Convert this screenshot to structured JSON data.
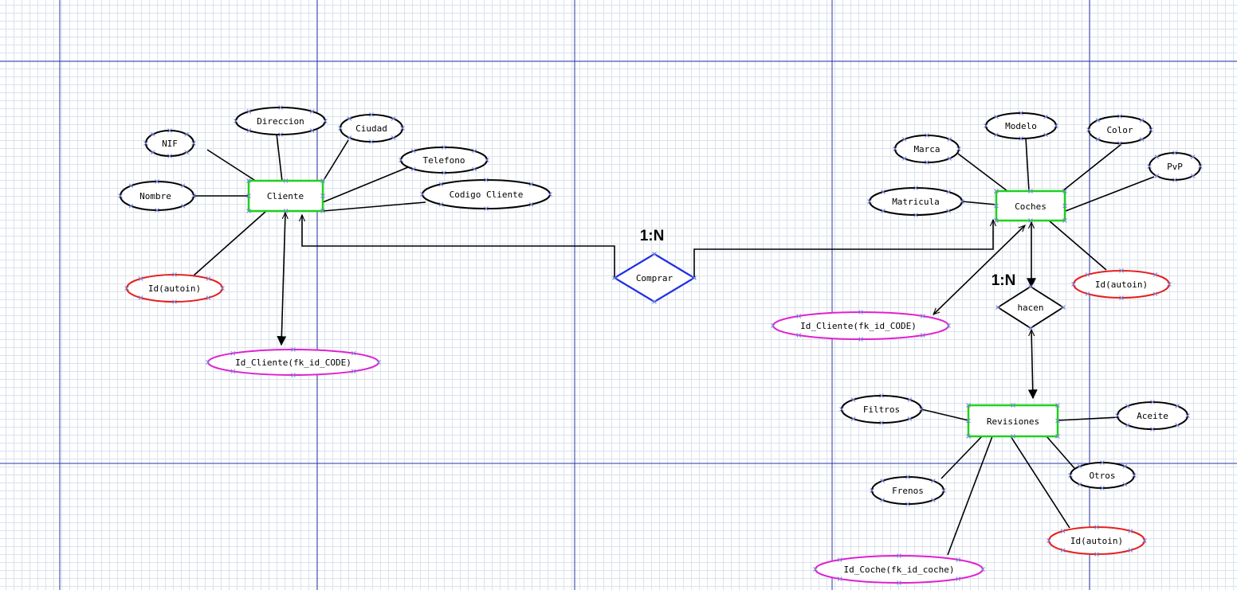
{
  "colors": {
    "grid_line": "#2b35a6",
    "entity_border": "#1fd11f",
    "relation_border": "#1f2ee6",
    "key_attribute_border": "#e61f1f",
    "foreign_key_border": "#e020d0",
    "attribute_border": "#000000",
    "handle": "#7a87d8"
  },
  "entities": {
    "cliente": "Cliente",
    "coches": "Coches",
    "revisiones": "Revisiones"
  },
  "relationships": {
    "comprar": "Comprar",
    "hacen": "hacen"
  },
  "cardinalities": {
    "comprar": "1:N",
    "hacen": "1:N"
  },
  "attributes": {
    "cliente": {
      "nif": "NIF",
      "direccion": "Direccion",
      "ciudad": "Ciudad",
      "telefono": "Telefono",
      "codigo_cliente": "Codigo Cliente",
      "nombre": "Nombre",
      "id": "Id(autoin)",
      "fk": "Id_Cliente(fk_id_CODE)"
    },
    "coches": {
      "modelo": "Modelo",
      "color": "Color",
      "marca": "Marca",
      "pvp": "PvP",
      "matricula": "Matricula",
      "id": "Id(autoin)",
      "fk": "Id_Cliente(fk_id_CODE)"
    },
    "revisiones": {
      "filtros": "Filtros",
      "aceite": "Aceite",
      "otros": "Otros",
      "frenos": "Frenos",
      "id": "Id(autoin)",
      "fk": "Id_Coche(fk_id_coche)"
    }
  }
}
